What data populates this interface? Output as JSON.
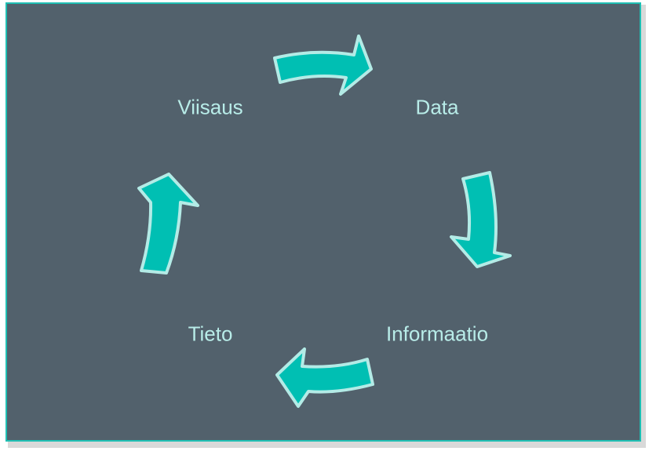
{
  "diagram": {
    "type": "cycle",
    "nodes": [
      "Data",
      "Informaatio",
      "Tieto",
      "Viisaus"
    ],
    "colors": {
      "background": "#52616c",
      "arrow_fill": "#00bfb3",
      "arrow_stroke": "#b3ebe6",
      "text": "#b8ece8"
    }
  }
}
